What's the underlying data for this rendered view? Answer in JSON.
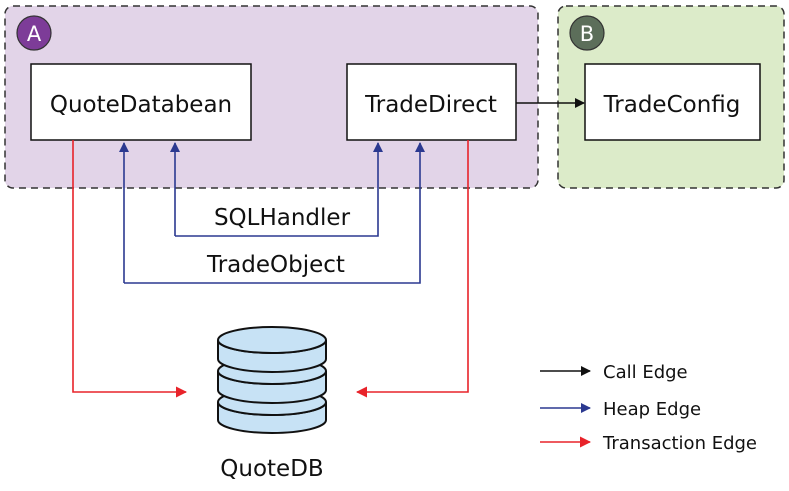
{
  "groups": {
    "a": {
      "badge": "A",
      "fill": "#e2d4e8",
      "badge_color": "#7d3c98"
    },
    "b": {
      "badge": "B",
      "fill": "#dcebc9",
      "badge_color": "#5c6e5a"
    }
  },
  "components": {
    "quote_databean": "QuoteDatabean",
    "trade_direct": "TradeDirect",
    "trade_config": "TradeConfig"
  },
  "edge_labels": {
    "sql_handler": "SQLHandler",
    "trade_object": "TradeObject"
  },
  "database": {
    "label": "QuoteDB",
    "fill": "#c7e2f5"
  },
  "legend": [
    {
      "label": "Call Edge",
      "color": "#111111"
    },
    {
      "label": "Heap Edge",
      "color": "#2b3990"
    },
    {
      "label": "Transaction Edge",
      "color": "#e8232a"
    }
  ]
}
